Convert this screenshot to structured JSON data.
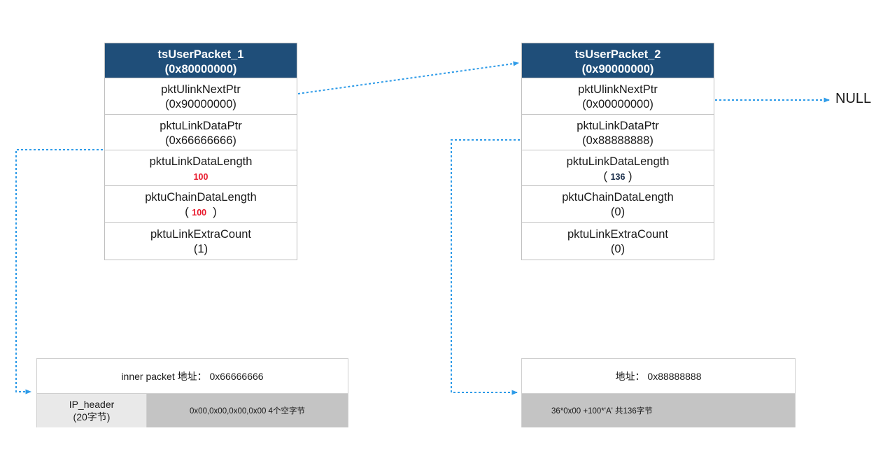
{
  "diagram": {
    "title_hidden": "",
    "accent_header_color": "#1F4E79",
    "arrow_color": "#2E9BE8",
    "value_highlight_color": "#e8192c"
  },
  "structs": [
    {
      "id": "tsUserPacket_1",
      "header_name": "tsUserPacket_1",
      "header_addr": "(0x80000000)",
      "rows": [
        {
          "name": "pktUlinkNextPtr",
          "value": "(0x90000000)",
          "style": "plain"
        },
        {
          "name": "pktuLinkDataPtr",
          "value": "(0x66666666)",
          "style": "plain"
        },
        {
          "name": "pktuLinkDataLength",
          "value": "100",
          "prefix": "(",
          "suffix": ")",
          "style": "red"
        },
        {
          "name": "pktuChainDataLength",
          "value": "100",
          "prefix": "( ",
          "suffix": "  )",
          "style": "red"
        },
        {
          "name": "pktuLinkExtraCount",
          "value": "(1)",
          "style": "plain"
        }
      ]
    },
    {
      "id": "tsUserPacket_2",
      "header_name": "tsUserPacket_2",
      "header_addr": "(0x90000000)",
      "rows": [
        {
          "name": "pktUlinkNextPtr",
          "value": "(0x00000000)",
          "style": "plain"
        },
        {
          "name": "pktuLinkDataPtr",
          "value": "(0x88888888)",
          "style": "plain"
        },
        {
          "name": "pktuLinkDataLength",
          "value": "136",
          "prefix": "( ",
          "suffix": " )",
          "style": "dark"
        },
        {
          "name": "pktuChainDataLength",
          "value": "(0)",
          "style": "plain"
        },
        {
          "name": "pktuLinkExtraCount",
          "value": "(0)",
          "style": "plain"
        }
      ]
    }
  ],
  "memory_blocks": [
    {
      "id": "inner-packet-block",
      "address_label": "inner packet 地址： 0x66666666",
      "ip_header_label": "IP_header",
      "ip_header_size": "(20字节)",
      "data_label": "0x00,0x00,0x00,0x00 4个空字节"
    },
    {
      "id": "second-data-block",
      "address_label": "地址： 0x88888888",
      "ip_header_label": "",
      "ip_header_size": "",
      "data_label": "36*0x00 +100*'A' 共136字节"
    }
  ],
  "labels": {
    "null_terminator": "NULL"
  }
}
